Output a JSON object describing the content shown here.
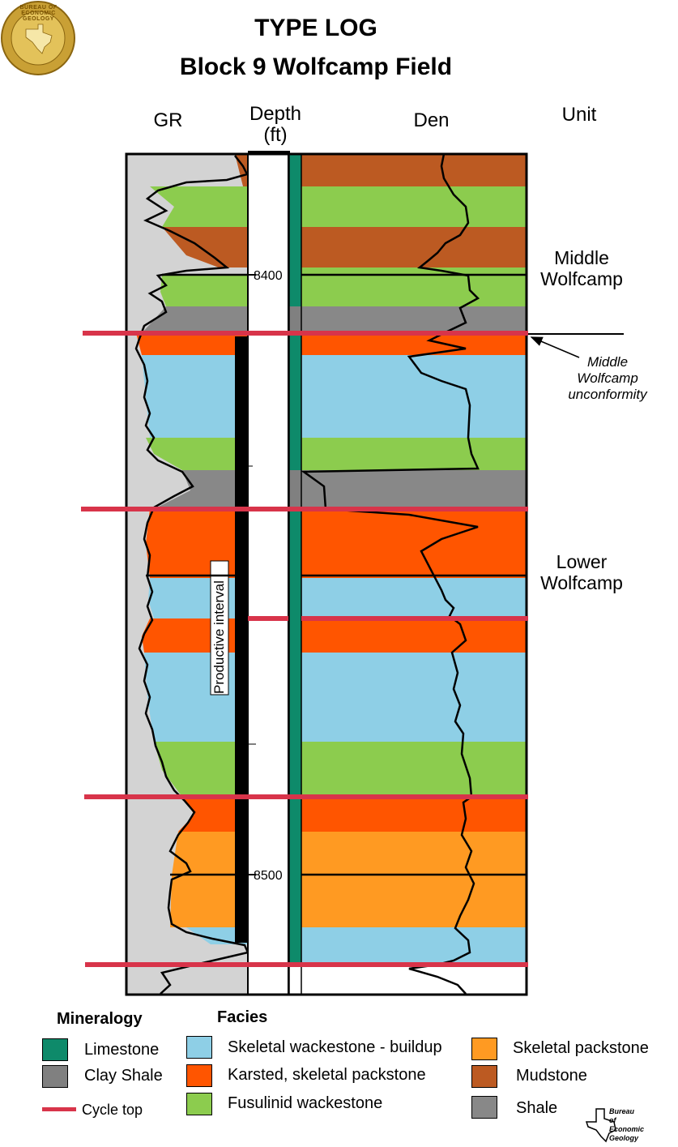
{
  "title": "TYPE LOG",
  "subtitle": "Block 9 Wolfcamp Field",
  "columns": {
    "gr": "GR",
    "depth": "Depth\n(ft)",
    "den": "Den",
    "unit": "Unit"
  },
  "units": {
    "middle": "Middle\nWolfcamp",
    "lower": "Lower\nWolfcamp"
  },
  "annotation": "Middle\nWolfcamp\nunconformity",
  "productive_interval": "Productive interval",
  "depth_ticks": [
    {
      "depth": 8400,
      "label": "8400"
    },
    {
      "depth": 8500,
      "label": "8500"
    }
  ],
  "colors": {
    "limestone": "#0e8a6a",
    "clay_shale": "#808080",
    "skeletal_wackestone_buildup": "#8ecfe6",
    "karsted_skeletal_packstone": "#ff5500",
    "fusulinid_wackestone": "#8ccc4e",
    "skeletal_packstone": "#ff9a22",
    "mudstone": "#bc5a22",
    "shale": "#888888",
    "cycle_top": "#d8344a",
    "gr_fill": "#d3d3d3"
  },
  "legend": {
    "mineralogy_title": "Mineralogy",
    "facies_title": "Facies",
    "limestone": "Limestone",
    "clay_shale": "Clay Shale",
    "cycle_top": "Cycle top",
    "skeletal_wackestone_buildup": "Skeletal wackestone - buildup",
    "karsted_skeletal_packstone": "Karsted, skeletal packstone",
    "fusulinid_wackestone": "Fusulinid wackestone",
    "skeletal_packstone": "Skeletal packstone",
    "mudstone": "Mudstone",
    "shale": "Shale"
  },
  "logo": {
    "seal_text": "BUREAU OF ECONOMIC GEOLOGY",
    "beg_text": "Bureau\nof\nEconomic\nGeology"
  }
}
